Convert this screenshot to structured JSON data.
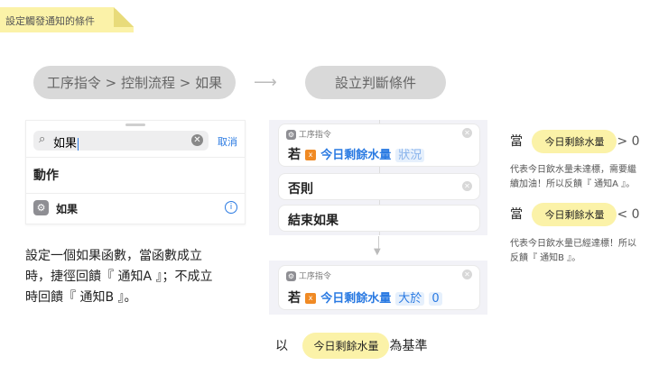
{
  "note": {
    "text": "設定觸發通知的條件"
  },
  "header": {
    "path_pill": "工序指令 > 控制流程 > 如果",
    "arrow": "⟶",
    "condition_pill": "設立判斷條件"
  },
  "search_panel": {
    "query": "如果",
    "cancel": "取消",
    "section_title": "動作",
    "result_label": "如果"
  },
  "description": [
    "設定一個如果函數，當函數成立",
    "時，捷徑回饋『 通知A 』；不成立",
    "時回饋『 通知B 』。"
  ],
  "cards": {
    "card_header": "工序指令",
    "if_label": "若",
    "var_name": "今日剩餘水量",
    "cond1": "狀況",
    "otherwise": "否則",
    "end_if": "結束如果",
    "card2_header": "工序指令",
    "if_label2": "若",
    "var_name2": "今日剩餘水量",
    "cond2": "大於",
    "value2": "0"
  },
  "footer": {
    "prefix": "以",
    "highlight": "今日剩餘水量",
    "suffix": "為基準"
  },
  "conditions": {
    "c1_prefix": "當",
    "c1_highlight": "今日剩餘水量",
    "c1_op": "> 0",
    "c1_desc": [
      "代表今日飲水量未達標，需要繼",
      "續加油！所以反饋『 通知A 』。"
    ],
    "c2_prefix": "當",
    "c2_highlight": "今日剩餘水量",
    "c2_op": "< 0",
    "c2_desc": [
      "代表今日飲水量已經達標！所以",
      "反饋『 通知B 』。"
    ]
  },
  "colors": {
    "highlight": "#fbf2a8",
    "blue": "#2a7ae2",
    "orange": "#f08a24"
  }
}
